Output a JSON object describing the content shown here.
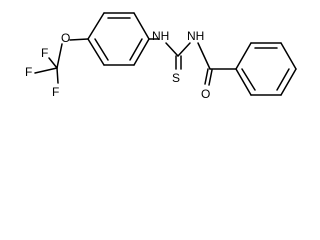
{
  "molecule": {
    "atoms": {
      "f1": "F",
      "f2": "F",
      "f3": "F",
      "o_ether": "O",
      "nh_left": "NH",
      "nh_right": "NH",
      "s_thione": "S",
      "o_carbonyl": "O"
    }
  }
}
